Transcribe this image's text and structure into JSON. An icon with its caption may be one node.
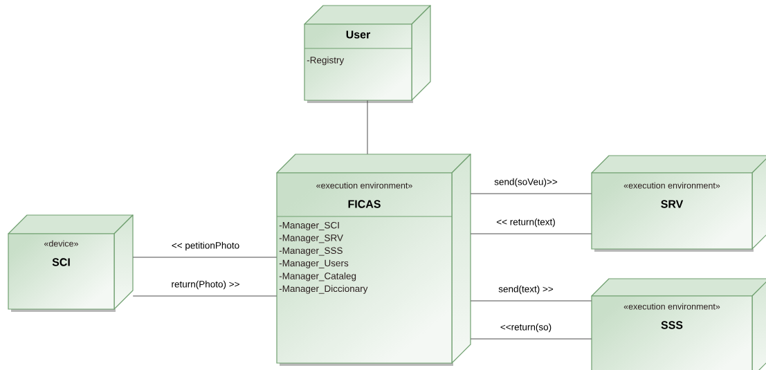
{
  "diagram": {
    "nodes": [
      {
        "text": [
          "User",
          "-Registry"
        ]
      },
      {
        "text": [
          "«execution environment»",
          "FICAS",
          "-Manager_SCI",
          "-Manager_SRV",
          "-Manager_SSS",
          "-Manager_Users",
          "-Manager_Cataleg",
          "-Manager_Diccionary"
        ]
      },
      {
        "text": [
          "«device»",
          "SCI"
        ]
      },
      {
        "text": [
          "«execution environment»",
          "SRV"
        ]
      },
      {
        "text": [
          "«execution environment»",
          "SSS"
        ]
      }
    ],
    "edges": [
      {
        "from": 0,
        "to": 1,
        "arrow": "none"
      },
      {
        "from": 2,
        "to": 1,
        "arrow": "none",
        "label": "<< petitionPhoto"
      },
      {
        "from": 2,
        "to": 1,
        "arrow": "none",
        "label": "return(Photo) >>"
      },
      {
        "from": 1,
        "to": 3,
        "arrow": "none",
        "label": "send(soVeu)>>"
      },
      {
        "from": 1,
        "to": 3,
        "arrow": "none",
        "label": "<< return(text)"
      },
      {
        "from": 1,
        "to": 4,
        "arrow": "none",
        "label": "send(text) >>"
      },
      {
        "from": 1,
        "to": 4,
        "arrow": "none",
        "label": "<<return(so)"
      }
    ]
  }
}
